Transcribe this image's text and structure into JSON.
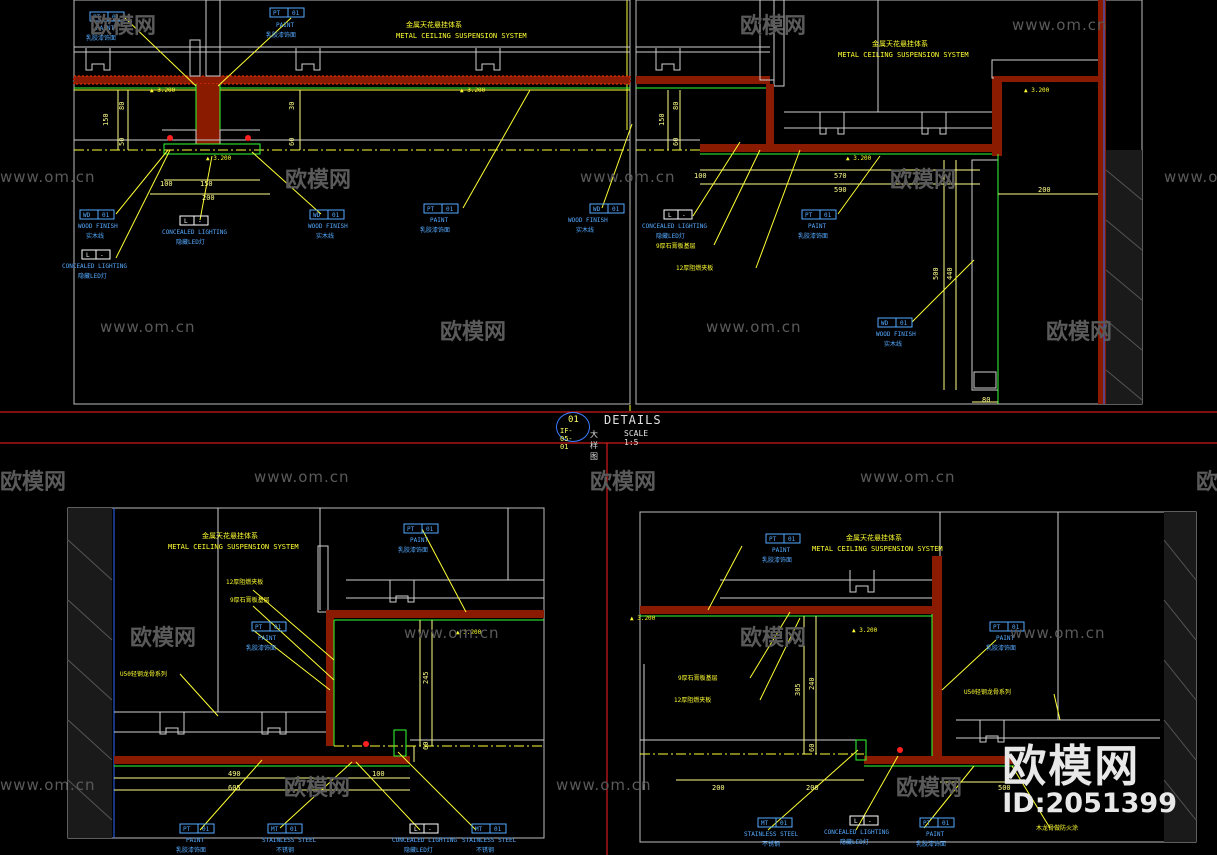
{
  "title_block": {
    "number": "01",
    "sheet": "IF-05-01",
    "label": "DETAILS",
    "cn": "大样图",
    "scale": "SCALE 1:5"
  },
  "watermark": {
    "url": "www.om.cn",
    "cn": "欧模网",
    "brand": "欧模网",
    "id": "ID:2051399"
  },
  "system_label": {
    "cn": "金属天花悬挂体系",
    "en": "METAL CEILING SUSPENSION SYSTEM"
  },
  "tags": {
    "pt": {
      "code": "PT",
      "num": "01",
      "en": "PAINT",
      "cn": "乳胶漆饰面"
    },
    "wd": {
      "code": "WD",
      "num": "01",
      "en": "WOOD FINISH",
      "cn": "实木线"
    },
    "lt": {
      "code": "L",
      "num": "-",
      "en": "CONCEALED LIGHTING",
      "cn": "隐藏LED灯"
    },
    "mt": {
      "code": "MT",
      "num": "01",
      "en": "STAINLESS STEEL",
      "cn": "不锈钢"
    }
  },
  "notes": {
    "gypsum": "9厚石膏板基层",
    "plywood": "12厚阻燃夹板",
    "keel": "U50轻钢龙骨系列",
    "fireproof": "木龙骨做防火涂",
    "level": "▲ 3.200"
  },
  "dims": {
    "d80": "80",
    "d150": "150",
    "d50": "50",
    "d30": "30",
    "d60": "60",
    "d100": "100",
    "d200": "200",
    "d570": "570",
    "d590": "590",
    "d500": "500",
    "d440": "440",
    "d245": "245",
    "d490": "490",
    "d605": "605",
    "d305": "305",
    "d240": "240"
  },
  "colors": {
    "frame": "#d8d8d8",
    "red": "#ff2020",
    "yellow": "#ffff33",
    "green": "#33ff33",
    "blue": "#2f6bff",
    "tag": "#55aaff",
    "hatch": "#ff5500",
    "dim": "#ffff88"
  }
}
